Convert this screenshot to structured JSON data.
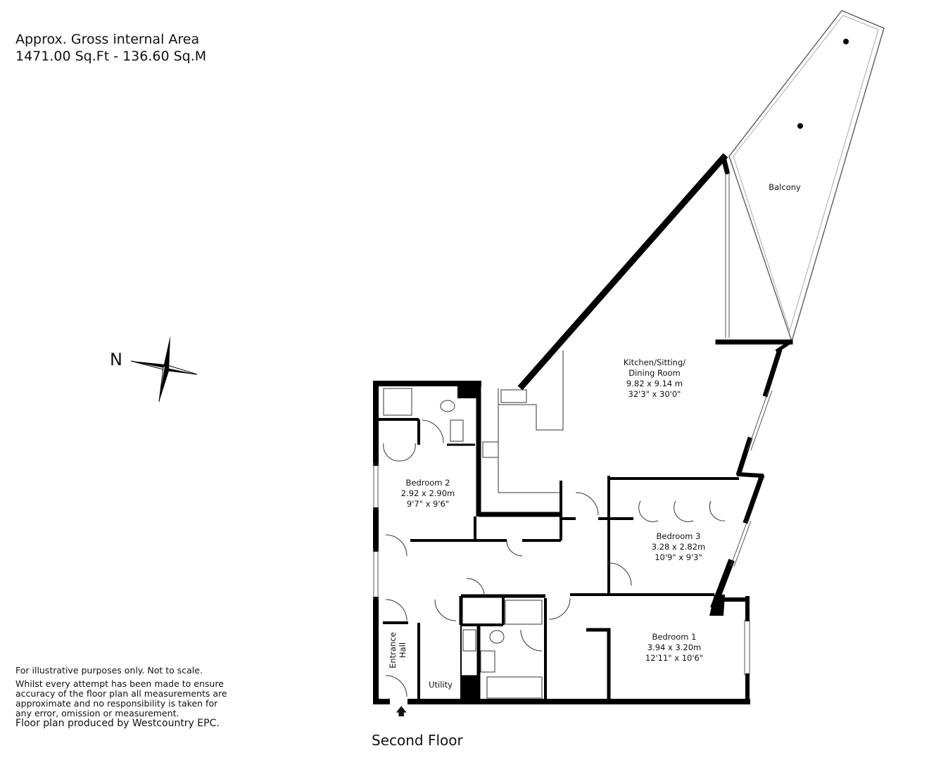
{
  "header": {
    "area_title": "Approx. Gross internal Area",
    "area_value": "1471.00 Sq.Ft - 136.60 Sq.M"
  },
  "compass": {
    "label": "N"
  },
  "rooms": {
    "balcony": {
      "name": "Balcony"
    },
    "kitchen": {
      "name": "Kitchen/Sitting/",
      "name2": "Dining Room",
      "metric": "9.82 x 9.14 m",
      "imperial": "32'3\" x 30'0\""
    },
    "bedroom2": {
      "name": "Bedroom 2",
      "metric": "2.92 x 2.90m",
      "imperial": "9'7\" x 9'6\""
    },
    "bedroom3": {
      "name": "Bedroom 3",
      "metric": "3.28 x 2.82m",
      "imperial": "10'9\" x 9'3\""
    },
    "bedroom1": {
      "name": "Bedroom 1",
      "metric": "3.94 x 3.20m",
      "imperial": "12'11\" x 10'6\""
    },
    "entrance": {
      "name": "Entrance",
      "name2": "Hall"
    },
    "utility": {
      "name": "Utility"
    }
  },
  "disclaimer": {
    "line1": "For illustrative purposes only. Not to scale.",
    "line2": "Whilst every attempt has been made to ensure",
    "line3": "accuracy of the floor plan all measurements are",
    "line4": "approximate and no responsibility is taken for",
    "line5": "any error, omission or measurement.",
    "line6": "Floor plan produced by Westcountry EPC."
  },
  "footer": {
    "floor_label": "Second Floor"
  }
}
